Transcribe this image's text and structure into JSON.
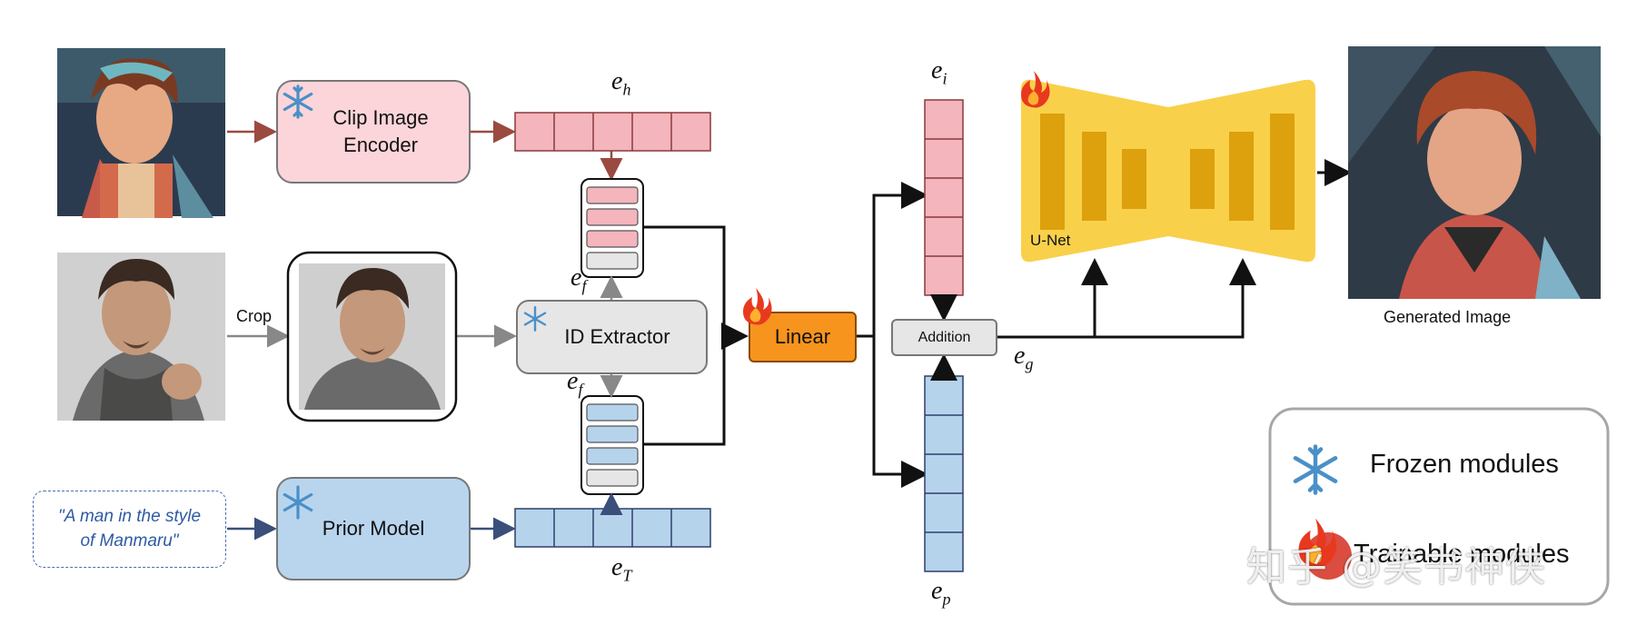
{
  "nodes": {
    "clip_encoder": "Clip Image\nEncoder",
    "id_extractor": "ID Extractor",
    "prior_model": "Prior Model",
    "linear": "Linear",
    "addition": "Addition",
    "unet": "U-Net",
    "prompt": "\"A man in the style\nof Manmaru\"",
    "crop": "Crop",
    "generated_image": "Generated Image"
  },
  "symbols": {
    "e_h": {
      "base": "e",
      "sub": "h"
    },
    "e_f_top": {
      "base": "e",
      "sub": "f"
    },
    "e_f_bottom": {
      "base": "e",
      "sub": "f"
    },
    "e_T": {
      "base": "e",
      "sub": "T"
    },
    "e_i": {
      "base": "e",
      "sub": "i"
    },
    "e_p": {
      "base": "e",
      "sub": "p"
    },
    "e_g": {
      "base": "e",
      "sub": "g"
    }
  },
  "legend": {
    "frozen": "Frozen modules",
    "trainable": "Trainable modules"
  },
  "watermark": "知乎 @笑书神侠",
  "colors": {
    "pink_fill": "#f4b5bd",
    "pink_box": "#fbd5d9",
    "blue_fill": "#b6d3ec",
    "blue_box": "#b9d5ee",
    "gray_box": "#e6e6e6",
    "orange": "#f7941d",
    "unet_yellow": "#f9d04a",
    "unet_bars": "#dca10c",
    "red_arrow": "#9b4a40"
  },
  "icons": [
    "snowflake-icon",
    "flame-icon"
  ]
}
